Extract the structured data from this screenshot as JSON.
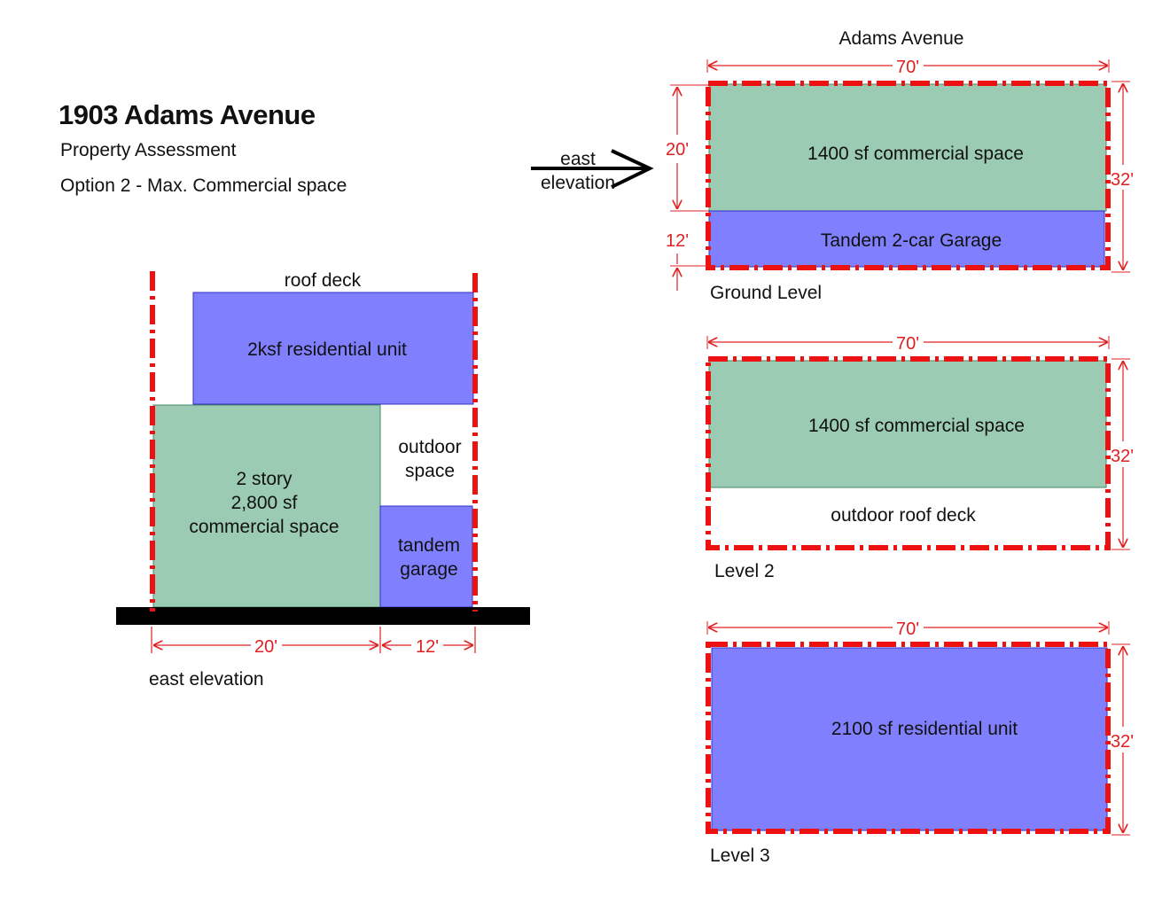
{
  "header": {
    "title": "1903 Adams Avenue",
    "subtitle": "Property Assessment",
    "option": "Option 2 - Max. Commercial space"
  },
  "colors": {
    "commercial": "#9bcbb3",
    "residential": "#8080ff",
    "property_line": "#ee1111",
    "dimension": "#e02020",
    "ground": "#000000"
  },
  "elevation": {
    "roof_deck": "roof deck",
    "residential_unit": "2ksf residential unit",
    "commercial": [
      "2 story",
      "2,800 sf",
      "commercial space"
    ],
    "outdoor": [
      "outdoor",
      "space"
    ],
    "garage": [
      "tandem",
      "garage"
    ],
    "dim_left": "20'",
    "dim_right": "12'",
    "caption": "east elevation"
  },
  "arrow": {
    "line1": "east",
    "line2": "elevation"
  },
  "ground_level": {
    "street": "Adams Avenue",
    "width": "70'",
    "depth": "32'",
    "dim_commercial": "20'",
    "dim_garage": "12'",
    "commercial": "1400 sf commercial space",
    "garage": "Tandem 2-car Garage",
    "caption": "Ground Level"
  },
  "level2": {
    "width": "70'",
    "depth": "32'",
    "commercial": "1400 sf commercial space",
    "deck": "outdoor roof deck",
    "caption": "Level 2"
  },
  "level3": {
    "width": "70'",
    "depth": "32'",
    "residential": "2100 sf residential unit",
    "caption": "Level 3"
  }
}
